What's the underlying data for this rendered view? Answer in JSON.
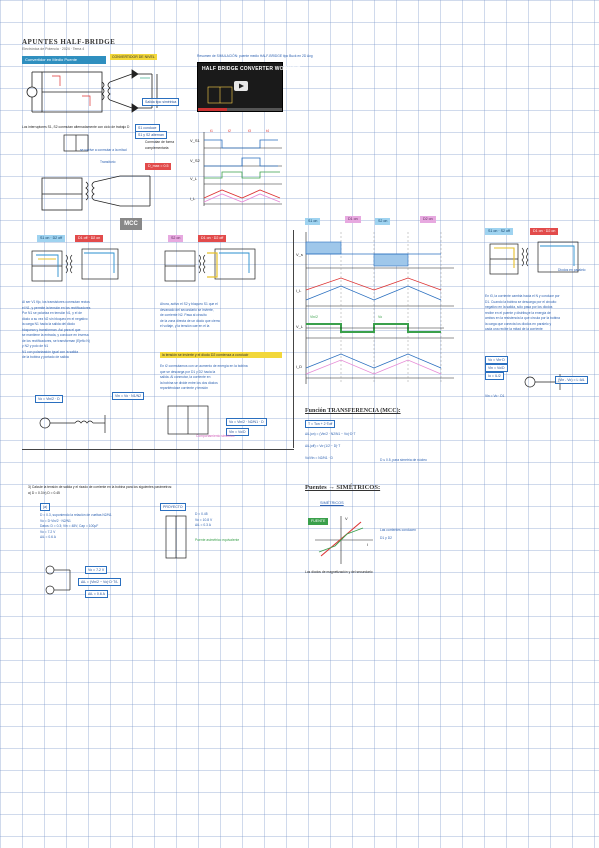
{
  "header": {
    "title": "APUNTES HALF-BRIDGE",
    "subtitle": "Electrónica de Potencia · 2024 · Tema 4"
  },
  "section1": {
    "header_label": "Convertidor en Medio Puente",
    "tag_yellow": "CONVERTIDOR DE NIVEL",
    "link_text": "Resumen de SIMULACIÓN: puente medio HALF-BRIDGE tipo Buck en 2D Avg",
    "note_half": "Salida tipo simétrica"
  },
  "video": {
    "title": "HALF BRIDGE CONVERTER WORKING",
    "progress": 0.35
  },
  "mid_left": {
    "line1": "Los interruptores S1, S2 conmutan alternadamente con ciclo de trabajo D",
    "box1": "S1 conduce",
    "box2": "S1 y S2 alternan",
    "note_arrow": "se vuelve a conmutar a la mitad",
    "note_block": "Conmutan de forma complementaria",
    "red_label": "D_max = 0.5",
    "side_note": "Transitorio"
  },
  "waveform1": {
    "labels": [
      "V_S1",
      "V_S2",
      "V_L",
      "i_L"
    ],
    "tags": [
      "t1",
      "t2",
      "t3",
      "t4"
    ]
  },
  "mcc_label": "MCC",
  "col_a": {
    "tag1": "S1 on · D2 off",
    "tag2": "D1 off · D2 on",
    "text": [
      "Al ser V1 fijo, los transistores conmutan rectos",
      "el N1, y permite la tensión en los rectificadores",
      "Por N1 se polariza en tensión N1, y el de",
      "diodo a su vez N2 sin bloqueo en el negativo",
      "la carga N1 hacia la salida del diodo",
      "bloquean y transforman. Así para el que",
      "se mantiene la entrada, y conduce en inversa",
      "de los rectificadores, se transforman (Ejeflo N)",
      "y N2 y polo de N1",
      "N1 con polarización igual con la salida",
      "de la bobina y portado de salida"
    ],
    "eq_box": "Vo = Vin/2 · D",
    "eq_right": "Vin = Vo · N1/N2"
  },
  "col_b": {
    "tag1": "S2 on",
    "tag2": "D1 on · D2 off",
    "text": [
      "Ahora, activo el S2 y bloqueo S1 que el",
      "devanado del secundario se invierte,",
      "de corriente N2. Pasa al circuito",
      "de la zona directa de un diodo que cierra",
      "el voltaje, y la tensión cae en el la"
    ],
    "highlight": "la tensión se invierte y el diodo D2 comienza a conducir",
    "text2": [
      "En t2 conmutamos con un aumento de energía en la bobina",
      "que se descarga por D1 y D2 hacia la",
      "salida. Al conmutar, la corriente en",
      "la bobina se divide entre los dos diodos",
      "repartiéndose corriente y tensión"
    ],
    "eq_box": "Vo = Vin/2 · N2/N1 · D",
    "eq_box2": "Vin = Vo/D",
    "note_pink": "Comportamiento simétrico"
  },
  "waveform2": {
    "tags": [
      "S1 on",
      "D1 on",
      "S2 on",
      "D2 on"
    ],
    "labels": [
      "V_s",
      "i_L",
      "V_L",
      "i_D"
    ],
    "green_labels": [
      "Vin/2",
      "Vo"
    ]
  },
  "col_c": {
    "tag1": "S1 on · S2 off",
    "tag2": "D1 on · D2 on",
    "note": "Diodos en paralelo",
    "text": [
      "En t3, la corriente cambia hacia el N y conduce por",
      "D1. Cuando la bobina se descarga por el circuito",
      "negativo en la salida, sólo pasa por los diodos",
      "recibe en el puente y distribuye la energía de",
      "ambos en la resistencia la que circula por la bobina",
      "la carga que conecta los diodos en paralelo y",
      "cada una recibe la mitad de la corriente"
    ],
    "boxes": [
      "Vo = Vin·D",
      "Vin = Vo/D",
      "Io = IL/2"
    ],
    "eq1": "Vin = Vo · D1",
    "eq2": "(Vin - Vo) = L·ΔiL"
  },
  "transfer": {
    "heading": "Función TRANSFERENCIA (MCC):",
    "box": "T = Ton + 2·Toff",
    "eq1": "ΔiL(on) = (Vin/2 · N2/N1 − Vo)·D·T",
    "eq2": "ΔiL(off) = Vo·(1/2 − D)·T",
    "eq3": "Vo/Vin = N2/N1 · D",
    "note": "D ≤ 0.5, para simetría de núcleo"
  },
  "bottom_left": {
    "question": "3) Calcule la tensión de salida y el rizado de corriente en la bobina para los siguientes parámetros:",
    "question2": "a) D = 0.3   b) D = 0.45",
    "tag_a": "(a)",
    "tag_b": "PROYECTO",
    "lines_a": [
      "D = 0.3, suponiendo la relación de vueltas N2/N1",
      "Vo = D·Vin/2 · N2/N1",
      "Datos: D = 0.3; Vin = 48V; Cap = 100μF",
      "Vo = 7.2 V",
      "ΔiL = 0.6 A"
    ],
    "boxes_a": [
      "Vo = 7.2 V",
      "ΔiL = (Vin/2 − Vo)·D·T/L",
      "ΔiL = 0.6 A"
    ],
    "lines_b": [
      "D = 0.45",
      "Vo = 10.8 V",
      "ΔiL = 0.3 A"
    ],
    "green_note": "Puente asimétrico equivalente"
  },
  "symmetric": {
    "heading": "Puentes → SIMÉTRICOS:",
    "sub": "SIMÉTRICOS",
    "tag_green": "FUENTE",
    "note1": "Las corrientes conducen",
    "note2": "D1 y D2",
    "axis_x": "I",
    "axis_y": "V",
    "footnote": "Los diodos de magnetización y del secundario"
  }
}
